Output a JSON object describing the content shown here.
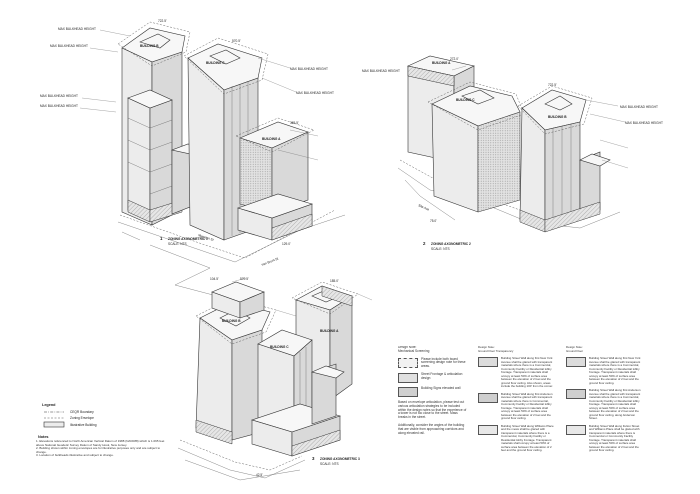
{
  "views": [
    {
      "number": "1",
      "title": "ZONING AXONOMETRIC 1",
      "scale": "SCALE:  NTS"
    },
    {
      "number": "2",
      "title": "ZONING AXONOMETRIC 2",
      "scale": "SCALE:  NTS"
    },
    {
      "number": "3",
      "title": "ZONING AXONOMETRIC 3",
      "scale": "SCALE:  NTS"
    }
  ],
  "buildings": {
    "b": "BUILDING B",
    "c": "BUILDING C",
    "a": "BUILDING A"
  },
  "height_label": "MAX BULKHEAD HEIGHT",
  "dimensions": [
    "722.5'",
    "570.5'",
    "365.5'",
    "272.0'",
    "185.0'",
    "129.0'",
    "104.5'",
    "75.0'",
    "42.5'"
  ],
  "streets": [
    "Mansion St",
    "Van Brunt St",
    "Site Ave"
  ],
  "legend": {
    "title": "Legend",
    "items": [
      "CEQR Boundary",
      "Zoning Envelope",
      "Illustrative Building"
    ]
  },
  "notes": {
    "title": "Notes",
    "items": [
      "1.  Elevations referenced to North American Vertical Datum of 1988 (NAVD88) which is 1.095 feet above National Geodetic Survey Datum of Sandy Hook, New Jersey.",
      "2.  Building shown within zoning envelopes are for illustrative purposes only and are subject to change.",
      "3.  Location of bulkheads illustrative and subject to change."
    ]
  },
  "design_notes_1": {
    "heading": "Design Note:\nMechanical Screening",
    "items": [
      "Please include both board screening design note for these areas.",
      "Street Frontage & articulation design",
      "Building Signs elevated wall",
      "Based on envelope articulation, please test out various articulation strategies to be included within the design notes so that the experience of a tower is not too close to the street. Mass breaks in the street.",
      "Additionally, consider the angles of the building that are visible from approaching corridors and along elevated rail."
    ]
  },
  "design_notes_2": {
    "heading": "Design Note:\nGround Floor Transparency",
    "items": [
      "Building Street Wall along first New York Avenue shall be glazed with transparent materials where there is a Commercial, Community Facility or Residential lobby frontage. Transparent materials shall occupy at least 50% of surface area between the elevation of 2 feet and the ground floor ceiling. Also shown, areas include the building 100' from the corner.",
      "Building Street Wall along first Anderson Avenue shall be glazed with transparent materials where there is Commercial, Community Facility or Residential lobby frontage. Transparent materials shall occupy at least 50% of surface area between the elevation of 2 feet and the ground floor ceiling.",
      "Building Street Wall along Williams Place and the mews shall be glazed with transparent materials where there is a Commercial, Community Facility or Residential lobby frontage. Transparent materials shall occupy at least 50% of surface area between the elevation of 2 feet and the ground floor ceiling."
    ]
  },
  "design_notes_3": {
    "heading": "Design Note:\nGround Floor",
    "items": [
      "Building Street Wall along first New York Avenue shall be glazed with transparent materials where there is a Commercial, Community Facility or Residential lobby frontage. Transparent materials shall occupy at least 50% of surface area between the elevation of 2 feet and the ground floor ceiling.",
      "Building Street Wall along first Anderson Avenue shall be glazed with transparent materials where there is a Commercial, Community Facility or Residential lobby frontage. Transparent materials shall occupy at least 50% of surface area between the elevation of 2 feet and the ground floor ceiling, along Anderson Street.",
      "Building Street Wall along Fulton Street and Williams Place shall be glazed with transparent materials where there is Commercial or Community Facility frontage. Transparent materials shall occupy at least 50% of surface area between the elevation of 2 feet and the ground floor ceiling."
    ]
  },
  "colors": {
    "ink": "#333333",
    "light_face": "#ececec",
    "dark_face": "#d9d9d9",
    "envelope_dash": "#555555"
  }
}
